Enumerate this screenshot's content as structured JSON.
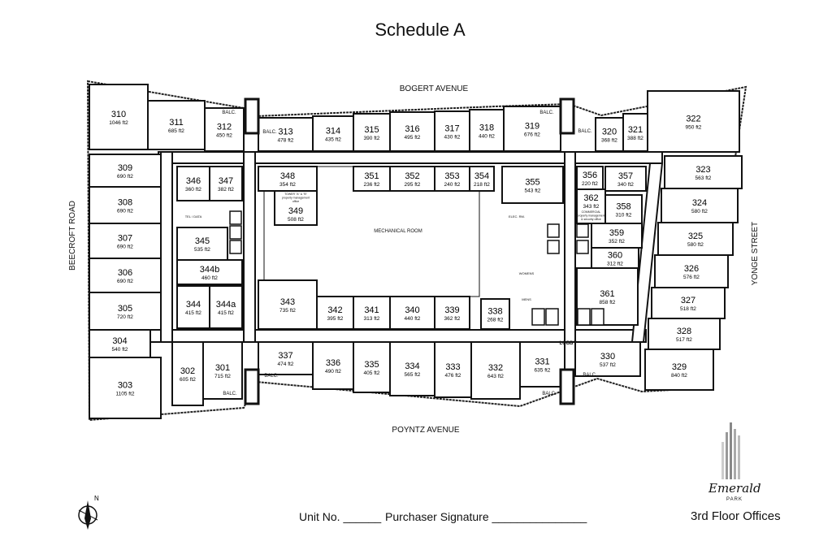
{
  "title": "Schedule A",
  "streets": {
    "north": "BOGERT AVENUE",
    "south": "POYNTZ AVENUE",
    "west": "BEECROFT ROAD",
    "east": "YONGE STREET"
  },
  "units": [
    {
      "no": "310",
      "area": "1046 ft2"
    },
    {
      "no": "311",
      "area": "685 ft2"
    },
    {
      "no": "312",
      "area": "450 ft2"
    },
    {
      "no": "313",
      "area": "478 ft2"
    },
    {
      "no": "314",
      "area": "435 ft2"
    },
    {
      "no": "315",
      "area": "390 ft2"
    },
    {
      "no": "316",
      "area": "495 ft2"
    },
    {
      "no": "317",
      "area": "430 ft2"
    },
    {
      "no": "318",
      "area": "440 ft2"
    },
    {
      "no": "319",
      "area": "676 ft2"
    },
    {
      "no": "320",
      "area": "368 ft2"
    },
    {
      "no": "321",
      "area": "388 ft2"
    },
    {
      "no": "322",
      "area": "950 ft2"
    },
    {
      "no": "323",
      "area": "563 ft2"
    },
    {
      "no": "324",
      "area": "580 ft2"
    },
    {
      "no": "325",
      "area": "580 ft2"
    },
    {
      "no": "326",
      "area": "576 ft2"
    },
    {
      "no": "327",
      "area": "518 ft2"
    },
    {
      "no": "328",
      "area": "517 ft2"
    },
    {
      "no": "329",
      "area": "840 ft2"
    },
    {
      "no": "330",
      "area": "537 ft2"
    },
    {
      "no": "331",
      "area": "635 ft2"
    },
    {
      "no": "332",
      "area": "643 ft2"
    },
    {
      "no": "333",
      "area": "476 ft2"
    },
    {
      "no": "334",
      "area": "565 ft2"
    },
    {
      "no": "335",
      "area": "405 ft2"
    },
    {
      "no": "336",
      "area": "490 ft2"
    },
    {
      "no": "337",
      "area": "474 ft2"
    },
    {
      "no": "301",
      "area": "715 ft2"
    },
    {
      "no": "302",
      "area": "605 ft2"
    },
    {
      "no": "303",
      "area": "1105 ft2"
    },
    {
      "no": "304",
      "area": "540 ft2"
    },
    {
      "no": "305",
      "area": "720 ft2"
    },
    {
      "no": "306",
      "area": "690 ft2"
    },
    {
      "no": "307",
      "area": "690 ft2"
    },
    {
      "no": "308",
      "area": "690 ft2"
    },
    {
      "no": "309",
      "area": "690 ft2"
    },
    {
      "no": "346",
      "area": "360 ft2"
    },
    {
      "no": "347",
      "area": "382 ft2"
    },
    {
      "no": "345",
      "area": "535 ft2"
    },
    {
      "no": "344b",
      "area": "460 ft2"
    },
    {
      "no": "344",
      "area": "415 ft2"
    },
    {
      "no": "344a",
      "area": "415 ft2"
    },
    {
      "no": "348",
      "area": "354 ft2"
    },
    {
      "no": "349",
      "area": "508 ft2"
    },
    {
      "no": "343",
      "area": "735 ft2"
    },
    {
      "no": "342",
      "area": "395 ft2"
    },
    {
      "no": "341",
      "area": "313 ft2"
    },
    {
      "no": "340",
      "area": "440 ft2"
    },
    {
      "no": "339",
      "area": "362 ft2"
    },
    {
      "no": "338",
      "area": "268 ft2"
    },
    {
      "no": "351",
      "area": "236 ft2"
    },
    {
      "no": "352",
      "area": "295 ft2"
    },
    {
      "no": "353",
      "area": "240 ft2"
    },
    {
      "no": "354",
      "area": "218 ft2"
    },
    {
      "no": "355",
      "area": "543 ft2"
    },
    {
      "no": "356",
      "area": "220 ft2"
    },
    {
      "no": "357",
      "area": "340 ft2"
    },
    {
      "no": "362",
      "area": "343 ft2"
    },
    {
      "no": "358",
      "area": "310 ft2"
    },
    {
      "no": "359",
      "area": "352 ft2"
    },
    {
      "no": "360",
      "area": "312 ft2"
    },
    {
      "no": "361",
      "area": "858 ft2"
    }
  ],
  "rooms": {
    "mechanical": "MECHANICAL ROOM",
    "tel_data": "TEL / DATA",
    "tower_office": "TOWER \"A\" & \"B\" property management office",
    "commercial_office": "COMMERCIAL property management & security office",
    "elec": "ELEC. RM.",
    "womens": "WOMENS",
    "mens": "MENS",
    "lobby": "LOBBY",
    "balcony": "BALC."
  },
  "footer": {
    "unit_label": "Unit No. ______",
    "signature_label": "Purchaser Signature _______________",
    "floor": "3rd Floor Offices"
  },
  "logo": {
    "name": "Emerald",
    "sub": "PARK"
  },
  "compass": {
    "north": "N"
  }
}
